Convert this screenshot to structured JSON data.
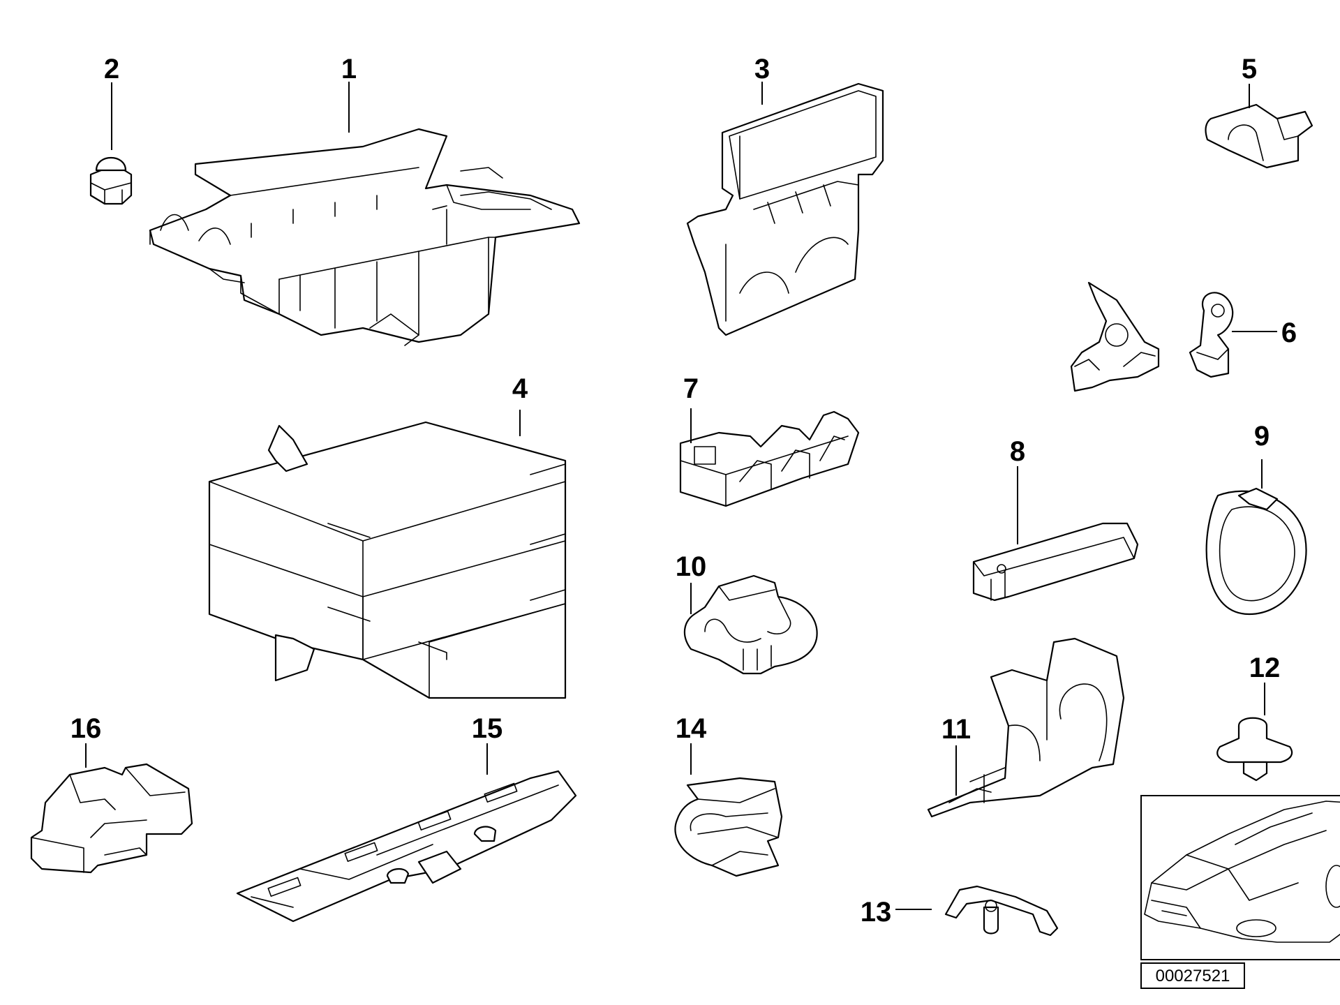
{
  "callouts": {
    "c1": "1",
    "c2": "2",
    "c3": "3",
    "c4": "4",
    "c5": "5",
    "c6": "6",
    "c7": "7",
    "c8": "8",
    "c9": "9",
    "c10": "10",
    "c11": "11",
    "c12": "12",
    "c13": "13",
    "c14": "14",
    "c15": "15",
    "c16": "16"
  },
  "reference_number": "00027521",
  "colors": {
    "line": "#000000",
    "background": "#ffffff"
  }
}
